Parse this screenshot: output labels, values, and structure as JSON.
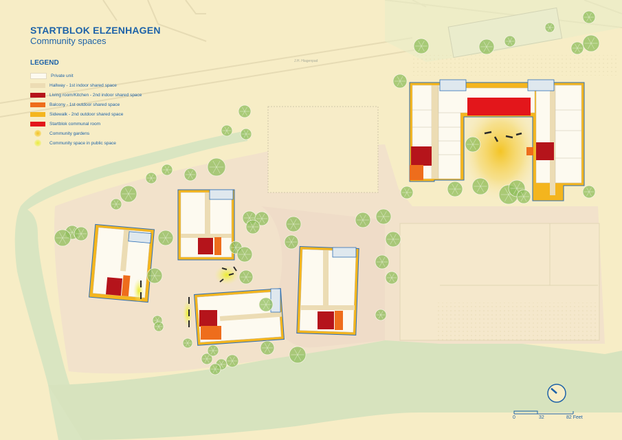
{
  "title": "STARTBLOK ELZENHAGEN",
  "subtitle": "Community spaces",
  "legend": {
    "heading": "LEGEND",
    "items": [
      {
        "label": "Private unit",
        "color": "#fdfaf0"
      },
      {
        "label": "Hallway - 1st indoor shared  space",
        "color": "#ecdcb4"
      },
      {
        "label": "Living room/Kitchen - 2nd  indoor shared space",
        "color": "#b5141b"
      },
      {
        "label": "Balcony - 1st outdoor shared space",
        "color": "#ee6d1c"
      },
      {
        "label": "Sidewalk - 2nd outdoor shared space",
        "color": "#f4b51e"
      },
      {
        "label": "Startblok communal room",
        "color": "#e3161b"
      },
      {
        "label": "Community gardens",
        "color": "#f2c021"
      },
      {
        "label": "Community space in public space",
        "color": "#eaea3a"
      }
    ]
  },
  "road_label": "J.H. Hiagenpad",
  "scale": {
    "tick0": "0",
    "tick1": "32",
    "tick2": "82 Feet"
  },
  "colors": {
    "background": "#f7edc6",
    "green": "#d7e4bf",
    "blue_outline": "#2e6fb6",
    "tree": "#8fbe5c"
  }
}
